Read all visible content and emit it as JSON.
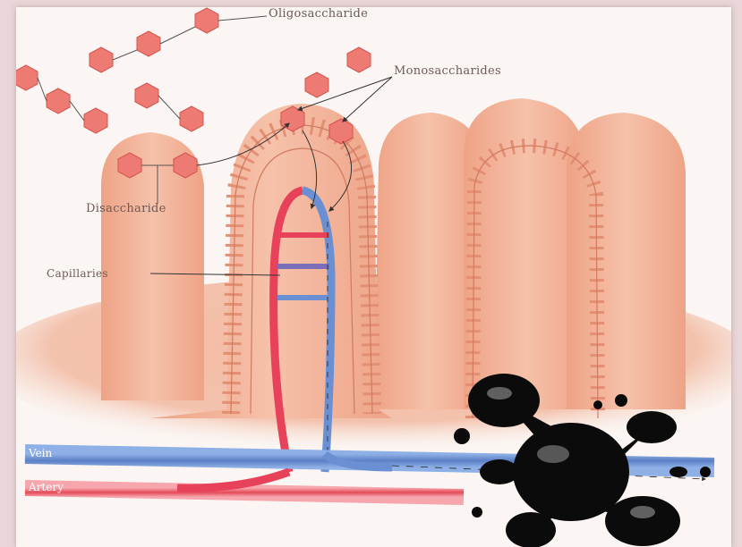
{
  "labels": {
    "oligosaccharide": "Oligosaccharide",
    "monosaccharides": "Monosaccharides",
    "disaccharide": "Disaccharide",
    "capillaries": "Capillaries",
    "vein": "Vein",
    "artery": "Artery"
  },
  "colors": {
    "tissue": "#f2b39a",
    "tissue_dark": "#d98a70",
    "sugar": "#ee7b73",
    "sugar_stroke": "#d2554f",
    "artery": "#e8425a",
    "vein": "#6a8fd2",
    "ink_blot": "#0b0b0b"
  }
}
